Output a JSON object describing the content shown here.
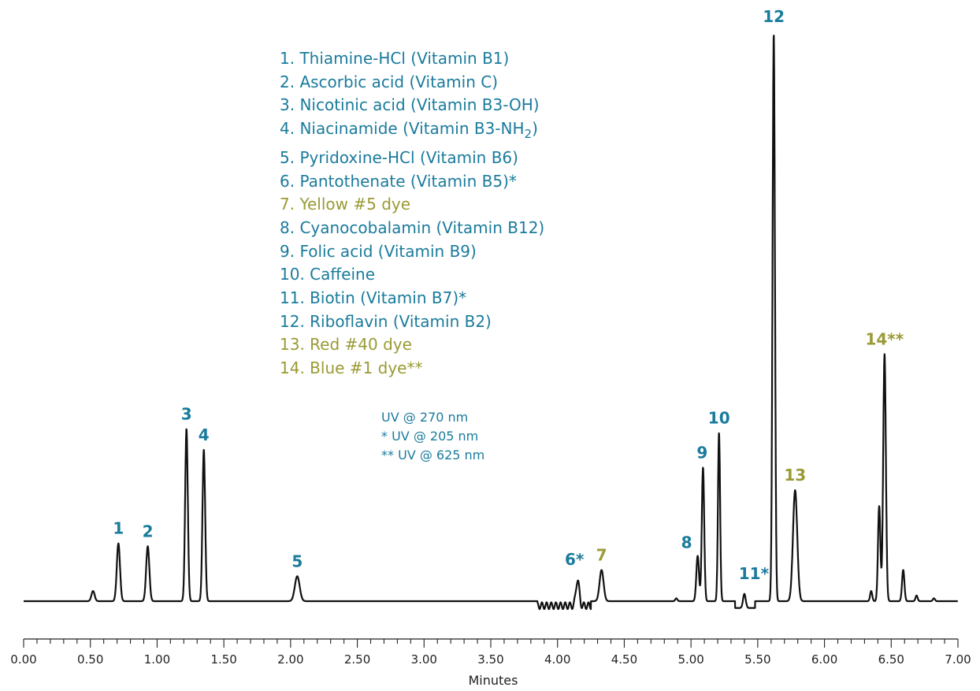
{
  "chart_data": {
    "type": "line",
    "xlabel": "Minutes",
    "xlim": [
      0,
      7
    ],
    "x_ticks": [
      "0.00",
      "0.50",
      "1.00",
      "1.50",
      "2.00",
      "2.50",
      "3.00",
      "3.50",
      "4.00",
      "4.50",
      "5.00",
      "5.50",
      "6.00",
      "6.50",
      "7.00"
    ],
    "grid": false,
    "colors": {
      "vitamin": "#1a7b9c",
      "dye": "#9a9a36",
      "trace": "#111111"
    },
    "legend": [
      {
        "text": "1. Thiamine-HCl (Vitamin B1)",
        "kind": "vitamin"
      },
      {
        "text": "2. Ascorbic acid (Vitamin C)",
        "kind": "vitamin"
      },
      {
        "text": "3. Nicotinic acid (Vitamin B3-OH)",
        "kind": "vitamin"
      },
      {
        "text": "4. Niacinamide (Vitamin B3-NH",
        "sub": "2",
        "tail": ")",
        "kind": "vitamin"
      },
      {
        "text": "5. Pyridoxine-HCl (Vitamin B6)",
        "kind": "vitamin"
      },
      {
        "text": "6. Pantothenate (Vitamin B5)*",
        "kind": "vitamin"
      },
      {
        "text": "7. Yellow #5 dye",
        "kind": "dye"
      },
      {
        "text": "8. Cyanocobalamin (Vitamin B12)",
        "kind": "vitamin"
      },
      {
        "text": "9. Folic acid (Vitamin B9)",
        "kind": "vitamin"
      },
      {
        "text": "10. Caffeine",
        "kind": "vitamin"
      },
      {
        "text": "11. Biotin (Vitamin B7)*",
        "kind": "vitamin"
      },
      {
        "text": "12. Riboflavin (Vitamin B2)",
        "kind": "vitamin"
      },
      {
        "text": "13. Red #40 dye",
        "kind": "dye"
      },
      {
        "text": "14. Blue #1 dye**",
        "kind": "dye"
      }
    ],
    "notes": [
      "UV @ 270 nm",
      "* UV @ 205 nm",
      "** UV @ 625 nm"
    ],
    "peaks": [
      {
        "label": "1",
        "x": 0.71,
        "height": 0.102,
        "width": 0.012,
        "kind": "vitamin"
      },
      {
        "label": "2",
        "x": 0.93,
        "height": 0.097,
        "width": 0.012,
        "kind": "vitamin"
      },
      {
        "label": "3",
        "x": 1.22,
        "height": 0.304,
        "width": 0.01,
        "kind": "vitamin"
      },
      {
        "label": "4",
        "x": 1.35,
        "height": 0.267,
        "width": 0.01,
        "kind": "vitamin"
      },
      {
        "label": "5",
        "x": 2.05,
        "height": 0.044,
        "width": 0.018,
        "kind": "vitamin"
      },
      {
        "label": "6*",
        "x": 4.15,
        "height": 0.047,
        "width": 0.012,
        "kind": "vitamin"
      },
      {
        "label": "7",
        "x": 4.33,
        "height": 0.055,
        "width": 0.015,
        "kind": "dye"
      },
      {
        "label": "8",
        "x": 5.05,
        "height": 0.08,
        "width": 0.01,
        "kind": "vitamin"
      },
      {
        "label": "9",
        "x": 5.09,
        "height": 0.236,
        "width": 0.009,
        "kind": "vitamin"
      },
      {
        "label": "10",
        "x": 5.21,
        "height": 0.297,
        "width": 0.008,
        "kind": "vitamin"
      },
      {
        "label": "11*",
        "x": 5.4,
        "height": 0.025,
        "width": 0.01,
        "kind": "vitamin"
      },
      {
        "label": "12",
        "x": 5.62,
        "height": 1.0,
        "width": 0.009,
        "kind": "vitamin"
      },
      {
        "label": "13",
        "x": 5.78,
        "height": 0.196,
        "width": 0.016,
        "kind": "dye"
      },
      {
        "label": "14**",
        "x": 6.45,
        "height": 0.436,
        "width": 0.01,
        "kind": "dye"
      }
    ],
    "minor_peaks": [
      {
        "x": 0.52,
        "height": 0.018,
        "width": 0.012
      },
      {
        "x": 4.89,
        "height": 0.005,
        "width": 0.008
      },
      {
        "x": 6.35,
        "height": 0.018,
        "width": 0.008
      },
      {
        "x": 6.41,
        "height": 0.168,
        "width": 0.009
      },
      {
        "x": 6.59,
        "height": 0.055,
        "width": 0.009
      },
      {
        "x": 6.69,
        "height": 0.01,
        "width": 0.008
      },
      {
        "x": 6.82,
        "height": 0.005,
        "width": 0.008
      }
    ]
  }
}
